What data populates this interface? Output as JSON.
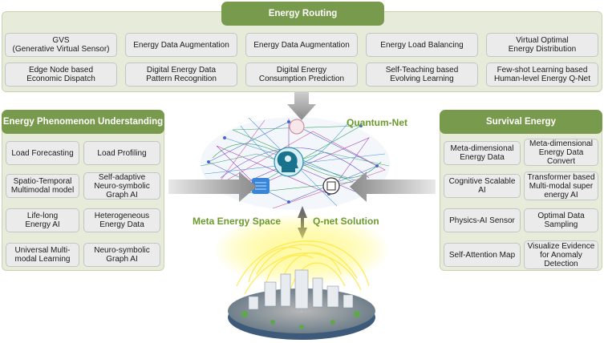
{
  "top": {
    "title": "Energy Routing",
    "items": [
      "GVS\n(Generative Virtual Sensor)",
      "Energy Data Augmentation",
      "Energy Data Augmentation",
      "Energy Load Balancing",
      "Virtual Optimal\nEnergy Distribution",
      "Edge Node based\nEconomic Dispatch",
      "Digital Energy Data\nPattern Recognition",
      "Digital Energy\nConsumption Prediction",
      "Self-Teaching based\nEvolving Learning",
      "Few-shot Learning based\nHuman-level Energy Q-Net"
    ]
  },
  "left": {
    "title": "Energy Phenomenon Understanding",
    "items": [
      "Load Forecasting",
      "Load Profiling",
      "Spatio-Temporal\nMultimodal model",
      "Self-adaptive\nNeuro-symbolic\nGraph AI",
      "Life-long\nEnergy AI",
      "Heterogeneous\nEnergy Data",
      "Universal Multi-\nmodal Learning",
      "Neuro-symbolic\nGraph AI"
    ]
  },
  "right": {
    "title": "Survival Energy",
    "items": [
      "Meta-dimensional\nEnergy Data",
      "Meta-dimensional\nEnergy Data\nConvert",
      "Cognitive Scalable\nAI",
      "Transformer based\nMulti-modal super\nenergy AI",
      "Physics-AI Sensor",
      "Optimal Data\nSampling",
      "Self-Attention Map",
      "Visualize Evidence\nfor Anomaly\nDetection"
    ]
  },
  "center": {
    "quantum_net": "Quantum-Net",
    "meta_space": "Meta Energy Space",
    "qnet_solution": "Q-net Solution"
  },
  "colors": {
    "header": "#789a4c",
    "panel": "#e6ecd9",
    "label": "#6b9a2e"
  }
}
